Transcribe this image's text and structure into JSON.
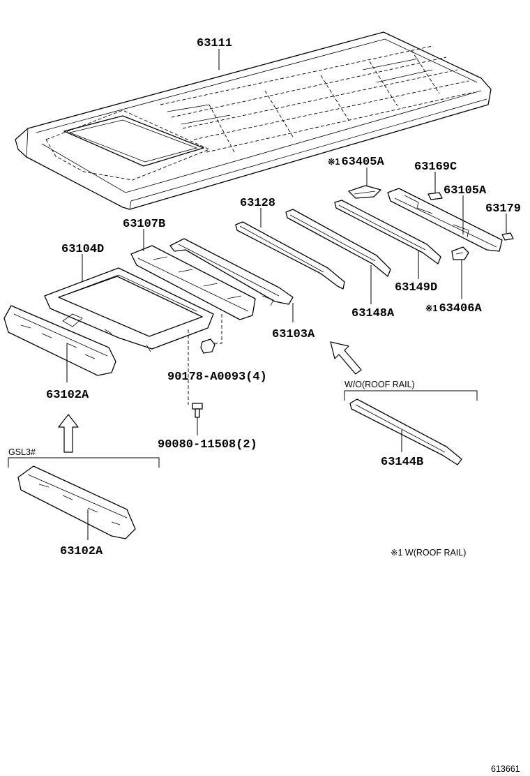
{
  "parts": {
    "roof_panel": "63111",
    "rear_rail": "63405A",
    "bracket_c": "63169C",
    "rear_bow": "63105A",
    "clip": "63179",
    "bow_128": "63128",
    "sunroof_rail": "63107B",
    "housing": "63104D",
    "bow_149d": "63149D",
    "bow_148a": "63148A",
    "front_rail_bracket": "63406A",
    "front_bow": "63103A",
    "front_header": "63102A",
    "nut": "90178-A0093(4)",
    "bolt": "90080-11508(2)",
    "bow_144b": "63144B",
    "front_header_alt": "63102A"
  },
  "mark_prefix": "※1",
  "notes": {
    "wo_roof_rail": "W/O(ROOF RAIL)",
    "gsl3": "GSL3#",
    "footnote": "※1 W(ROOF RAIL)"
  },
  "diagram_id": "613661"
}
